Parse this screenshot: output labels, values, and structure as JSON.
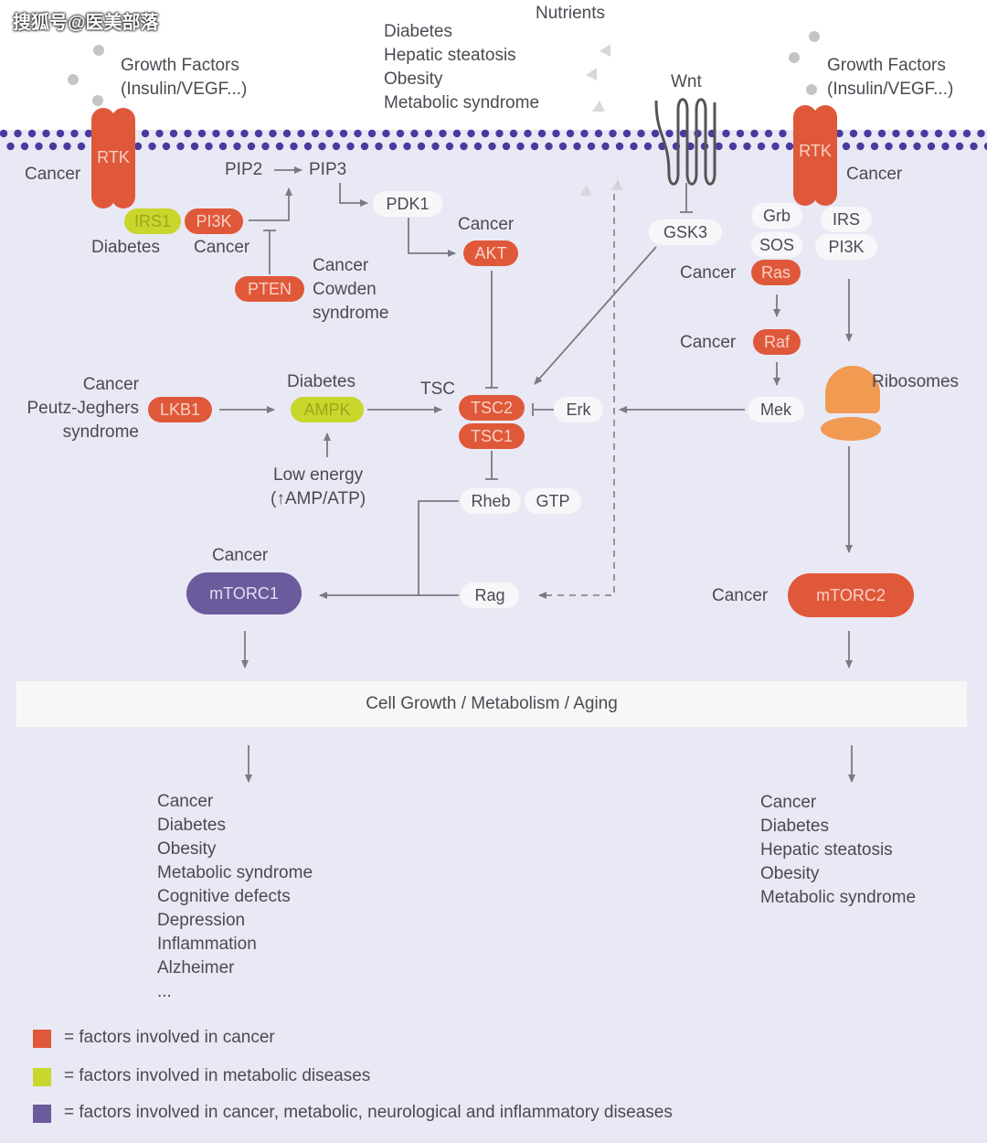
{
  "watermark": "搜狐号@医美部落",
  "colors": {
    "cancer": "#e0583a",
    "metabolic": "#c9d62c",
    "all": "#6b5a9c",
    "background": "#e9e9f5"
  },
  "top": {
    "growth_factors_left": [
      "Growth Factors",
      "(Insulin/VEGF...)"
    ],
    "growth_factors_right": [
      "Growth Factors",
      "(Insulin/VEGF...)"
    ],
    "nutrients": "Nutrients",
    "nutrient_diseases": [
      "Diabetes",
      "Hepatic steatosis",
      "Obesity",
      "Metabolic syndrome"
    ],
    "wnt": "Wnt"
  },
  "nodes": {
    "rtk": "RTK",
    "irs1": "IRS1",
    "pi3k": "PI3K",
    "pip2": "PIP2",
    "pip3": "PIP3",
    "pdk1": "PDK1",
    "akt": "AKT",
    "pten": "PTEN",
    "gsk3": "GSK3",
    "grb": "Grb",
    "sos": "SOS",
    "irs": "IRS",
    "pi3k_right": "PI3K",
    "ras": "Ras",
    "raf": "Raf",
    "mek": "Mek",
    "erk": "Erk",
    "lkb1": "LKB1",
    "ampk": "AMPK",
    "tsc": "TSC",
    "tsc2": "TSC2",
    "tsc1": "TSC1",
    "rheb": "Rheb",
    "gtp": "GTP",
    "rag": "Rag",
    "mtorc1": "mTORC1",
    "mtorc2": "mTORC2",
    "ribosomes": "Ribosomes"
  },
  "labels": {
    "cancer": "Cancer",
    "diabetes": "Diabetes",
    "pten_disease": [
      "Cancer",
      "Cowden",
      "syndrome"
    ],
    "lkb1_disease": [
      "Cancer",
      "Peutz-Jeghers",
      "syndrome"
    ],
    "low_energy": [
      "Low energy",
      "(↑AMP/ATP)"
    ]
  },
  "banner": "Cell Growth / Metabolism / Aging",
  "outcomes_left": [
    "Cancer",
    "Diabetes",
    "Obesity",
    "Metabolic syndrome",
    "Cognitive defects",
    "Depression",
    "Inflammation",
    "Alzheimer",
    "..."
  ],
  "outcomes_right": [
    "Cancer",
    "Diabetes",
    "Hepatic steatosis",
    "Obesity",
    "Metabolic syndrome"
  ],
  "legend": [
    {
      "color": "#e0583a",
      "text": "= factors involved in cancer"
    },
    {
      "color": "#c9d62c",
      "text": "= factors involved in metabolic diseases"
    },
    {
      "color": "#6b5a9c",
      "text": "= factors involved in cancer, metabolic, neurological and inflammatory diseases"
    }
  ]
}
